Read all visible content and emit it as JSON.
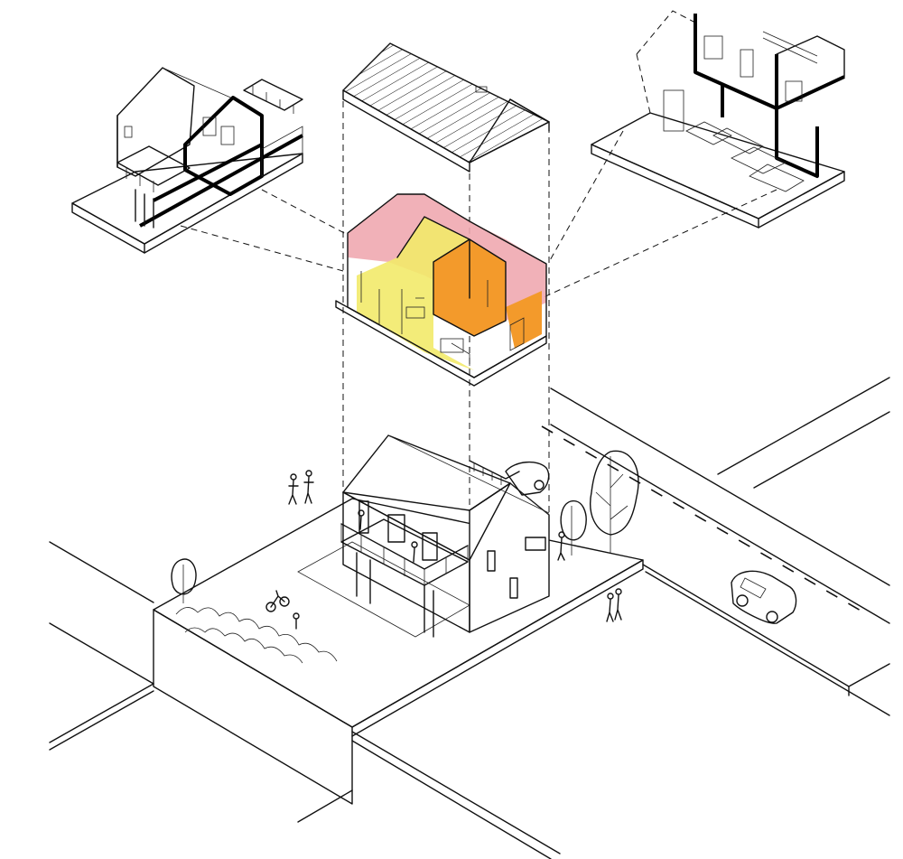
{
  "diagram": {
    "kind": "isometric exploded axonometric",
    "views": [
      {
        "id": "upper-floor-detail",
        "position": "top-left"
      },
      {
        "id": "roof",
        "position": "top-center"
      },
      {
        "id": "floor-zones",
        "position": "center"
      },
      {
        "id": "interior-section",
        "position": "top-right"
      },
      {
        "id": "site",
        "position": "bottom"
      }
    ],
    "colors": {
      "zone_pink": "#f0a8b0",
      "zone_yellow": "#f2ea6a",
      "zone_orange": "#f39a2b",
      "line": "#111111",
      "ground_dots": "#8a8a8a",
      "background": "#ffffff"
    },
    "icons": [
      "tree-icon",
      "car-icon",
      "person-icon",
      "bicycle-icon"
    ]
  }
}
